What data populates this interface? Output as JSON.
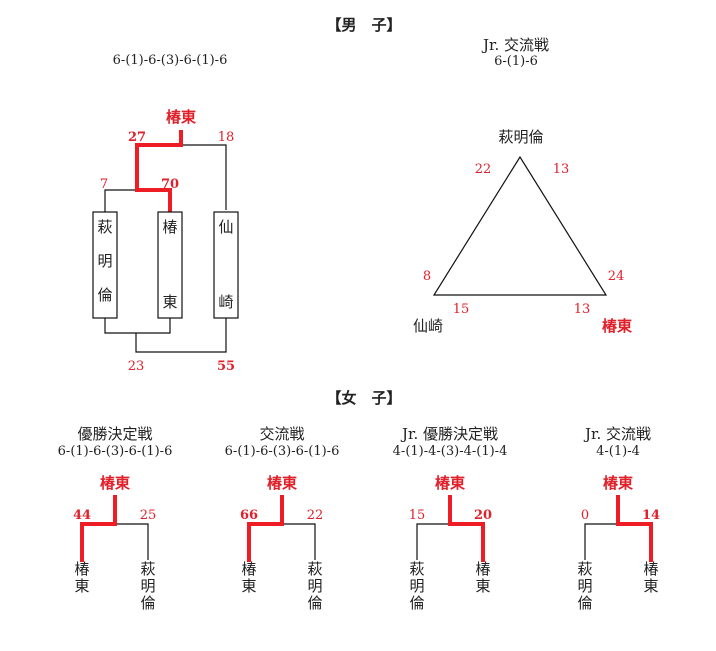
{
  "men": {
    "header": "【男　子】",
    "main_format": "6-(1)-6-(3)-6-(1)-6",
    "bracket": {
      "champion": "椿東",
      "teams": [
        "萩明倫",
        "椿東",
        "仙崎"
      ],
      "scores": {
        "top_left": "27",
        "top_right": "18",
        "mid_left": "7",
        "mid_right": "70",
        "bottom_left": "23",
        "bottom_right": "55"
      }
    },
    "jr": {
      "title": "Jr. 交流戦",
      "format": "6-(1)-6",
      "vertices": {
        "top": "萩明倫",
        "left": "仙崎",
        "right": "椿東"
      },
      "scores": {
        "top_left": "22",
        "top_right": "13",
        "left_upper": "8",
        "right_upper": "24",
        "bottom_left": "15",
        "bottom_right": "13"
      }
    }
  },
  "women": {
    "header": "【女　子】",
    "brackets": [
      {
        "title": "優勝決定戦",
        "format": "6-(1)-6-(3)-6-(1)-6",
        "champion": "椿東",
        "left_team": "椿東",
        "right_team": "萩明倫",
        "left_score": "44",
        "right_score": "25",
        "winner_side": "left"
      },
      {
        "title": "交流戦",
        "format": "6-(1)-6-(3)-6-(1)-6",
        "champion": "椿東",
        "left_team": "椿東",
        "right_team": "萩明倫",
        "left_score": "66",
        "right_score": "22",
        "winner_side": "left"
      },
      {
        "title": "Jr. 優勝決定戦",
        "format": "4-(1)-4-(3)-4-(1)-4",
        "champion": "椿東",
        "left_team": "萩明倫",
        "right_team": "椿東",
        "left_score": "15",
        "right_score": "20",
        "winner_side": "right"
      },
      {
        "title": "Jr. 交流戦",
        "format": "4-(1)-4",
        "champion": "椿東",
        "left_team": "萩明倫",
        "right_team": "椿東",
        "left_score": "0",
        "right_score": "14",
        "winner_side": "right"
      }
    ]
  },
  "colors": {
    "win_red": "#e0202a",
    "line_black": "#111111"
  }
}
